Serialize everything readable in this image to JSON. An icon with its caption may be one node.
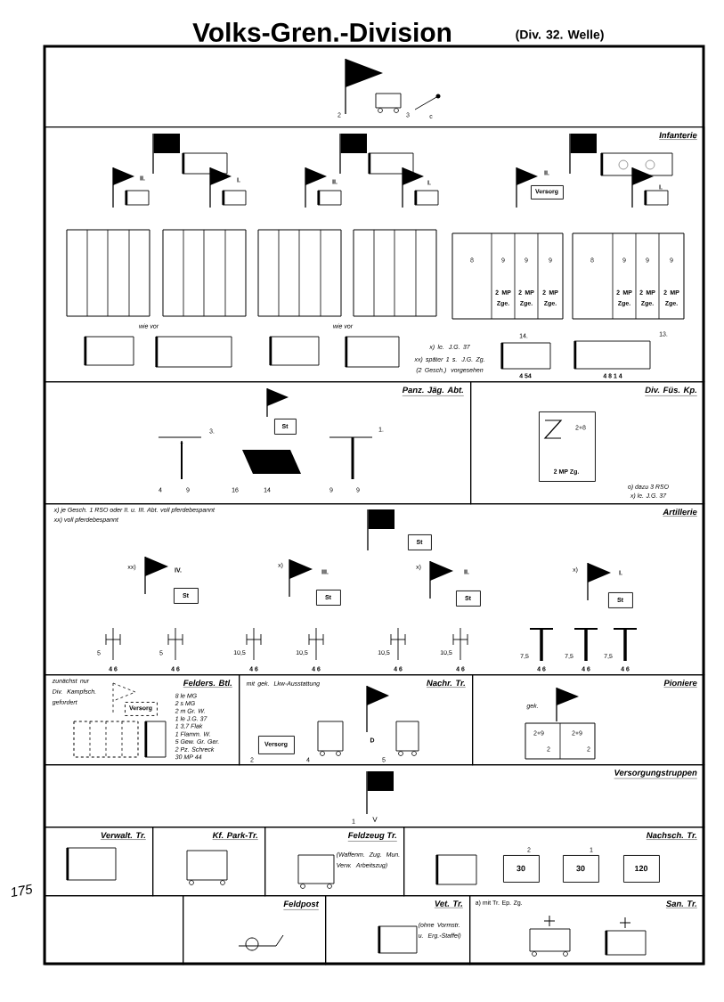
{
  "diagram": {
    "title": "Volks-Gren.-Division",
    "nodes": [
      {
        "text": [
          "Infanterie"
        ]
      },
      {
        "text": [
          "Panz. Jäg. Abt."
        ]
      },
      {
        "text": [
          "Div. Füs. Kp."
        ]
      },
      {
        "text": [
          "Artillerie"
        ]
      },
      {
        "text": [
          "Felders. Btl."
        ]
      },
      {
        "text": [
          "mit gek. Lkw-Ausstattung",
          "Nachr. Tr."
        ]
      },
      {
        "text": [
          "Pioniere"
        ]
      },
      {
        "text": [
          "Versorgungstruppen"
        ]
      },
      {
        "text": [
          "Verwalt. Tr."
        ]
      },
      {
        "text": [
          "Kf. Park-Tr."
        ]
      },
      {
        "text": [
          "Feldzeug Tr.",
          "(Waffenm. Zug. Mun. Verw. Arbeitszug)"
        ]
      },
      {
        "text": [
          "Nachsch. Tr."
        ]
      },
      {
        "text": [],
        "shape": "box"
      },
      {
        "text": [
          "Feldpost"
        ]
      },
      {
        "text": [
          "Vet. Tr.",
          "(ohne Vormstr. u. Erg.-Staffel)"
        ]
      },
      {
        "text": [
          "a) mit Tr. Ep. Zg.",
          "San. Tr."
        ]
      },
      {
        "text": [
          "St"
        ],
        "in": 1
      },
      {
        "text": [
          "2+8",
          "2 MP Zg."
        ],
        "in": 2
      },
      {
        "text": [
          "St"
        ],
        "in": 3
      },
      {
        "text": [
          "St"
        ],
        "in": 3
      },
      {
        "text": [
          "St"
        ],
        "in": 3
      },
      {
        "text": [
          "St"
        ],
        "in": 3
      },
      {
        "text": [
          "St"
        ],
        "in": 3
      },
      {
        "text": [
          "Versorg"
        ],
        "in": 4
      },
      {
        "text": [
          "Versorg"
        ],
        "in": 5
      },
      {
        "text": [
          "30"
        ],
        "in": 11
      },
      {
        "text": [
          "30"
        ],
        "in": 11
      },
      {
        "text": [
          "120"
        ],
        "in": 11
      },
      {
        "text": [
          "Versorg"
        ],
        "in": 0
      }
    ],
    "labels": [
      "(Div. 32. Welle)",
      "2",
      "3",
      "c",
      "II.",
      "I.",
      "II.",
      "I.",
      "II.",
      "I.",
      "8",
      "9",
      "9",
      "9",
      "8",
      "9",
      "9",
      "9",
      "2 MP Zge.",
      "2 MP Zge.",
      "2 MP Zge.",
      "2 MP Zge.",
      "2 MP Zge.",
      "2 MP Zge.",
      "wie vor",
      "wie vor",
      "14.",
      "13.",
      "x) le. J.G. 37",
      "xx) später 1 s. J.G. Zg. (2 Gesch.) vorgesehen",
      "4 54",
      "4 8 1 4",
      "3.",
      "1.",
      "4",
      "9",
      "16",
      "14",
      "9",
      "9",
      "o) dazu 3 RSO",
      "x) le. J.G. 37",
      "x) je Gesch. 1 RSO oder II. u. III. Abt. voll pferdebespannt",
      "xx) voll pferdebespannt",
      "xx)",
      "IV.",
      "x)",
      "III.",
      "x)",
      "II.",
      "x)",
      "I.",
      "5",
      "5",
      "10,5",
      "10,5",
      "10,5",
      "10,5",
      "7,5",
      "7,5",
      "7,5",
      "4 6",
      "4 6",
      "4 6",
      "4 6",
      "4 6",
      "4 6",
      "4 6",
      "4 6",
      "4 6",
      "zunächst nur Div. Kampfsch. gefordert",
      "8 le MG",
      "2 s MG",
      "2 m Gr. W.",
      "1 le J.G. 37",
      "1 3,7 Flak",
      "1 Flamm. W.",
      "5 Gew. Gr. Ger.",
      "2 Pz. Schreck",
      "30 MP 44",
      "D",
      "2",
      "4",
      "5",
      "gek.",
      "2+9",
      "2+9",
      "2",
      "2",
      "1",
      "V",
      "2",
      "1",
      "175"
    ]
  }
}
